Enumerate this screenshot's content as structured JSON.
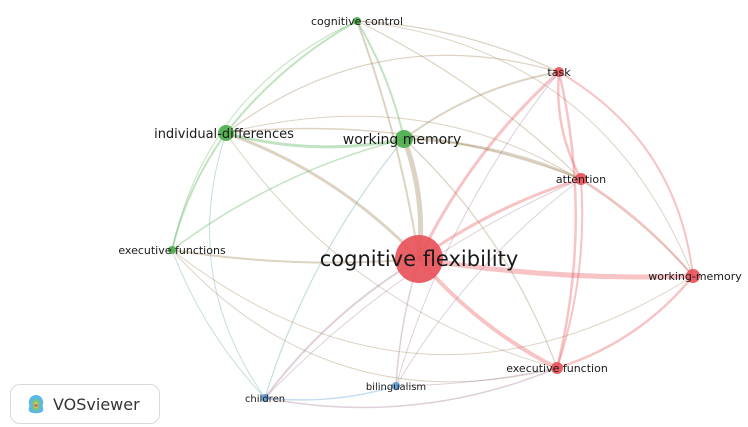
{
  "app": {
    "brand": "VOSviewer",
    "logo_icon": "vosviewer-logo-icon"
  },
  "colors": {
    "cluster_red": "#e8525a",
    "cluster_green": "#4cae4c",
    "cluster_blue": "#5b9bd5"
  },
  "network": {
    "nodes": [
      {
        "id": "cognitive-flexibility",
        "label": "cognitive flexibility",
        "cluster": "red",
        "weight": 10
      },
      {
        "id": "working-memory",
        "label": "working memory",
        "cluster": "green",
        "weight": 5
      },
      {
        "id": "individual-differences",
        "label": "individual-differences",
        "cluster": "green",
        "weight": 4
      },
      {
        "id": "cognitive-control",
        "label": "cognitive control",
        "cluster": "green",
        "weight": 2
      },
      {
        "id": "executive-functions",
        "label": "executive functions",
        "cluster": "green",
        "weight": 2
      },
      {
        "id": "task",
        "label": "task",
        "cluster": "red",
        "weight": 3
      },
      {
        "id": "attention",
        "label": "attention",
        "cluster": "red",
        "weight": 3
      },
      {
        "id": "working-memory-2",
        "label": "working-memory",
        "cluster": "red",
        "weight": 3
      },
      {
        "id": "executive-function",
        "label": "executive function",
        "cluster": "red",
        "weight": 3
      },
      {
        "id": "children",
        "label": "children",
        "cluster": "blue",
        "weight": 2
      },
      {
        "id": "bilingualism",
        "label": "bilingualism",
        "cluster": "blue",
        "weight": 2
      }
    ]
  }
}
